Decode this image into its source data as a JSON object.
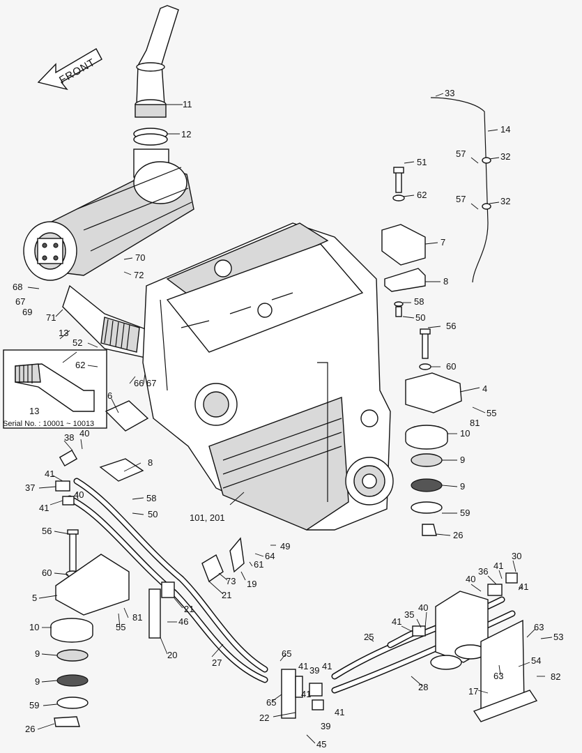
{
  "direction_label": "FRONT",
  "inset_serial": "Serial No. : 10001 ~ 10013",
  "inset_callout": "13",
  "callouts": {
    "c11": "11",
    "c12": "12",
    "c33": "33",
    "c14": "14",
    "c57a": "57",
    "c32a": "32",
    "c57b": "57",
    "c32b": "32",
    "c51": "51",
    "c62a": "62",
    "c7": "7",
    "c8a": "8",
    "c58a": "58",
    "c50a": "50",
    "c56a": "56",
    "c60a": "60",
    "c4": "4",
    "c55a": "55",
    "c81a": "81",
    "c10a": "10",
    "c9a": "9",
    "c9b": "9",
    "c59a": "59",
    "c26a": "26",
    "c70": "70",
    "c72": "72",
    "c68": "68",
    "c67a": "67",
    "c69": "69",
    "c71": "71",
    "c13": "13",
    "c52": "52",
    "c62b": "62",
    "c66": "66",
    "c67b": "67",
    "c6": "6",
    "c38": "38",
    "c40a": "40",
    "c41a": "41",
    "c8b": "8",
    "c37": "37",
    "c41b": "41",
    "c40b": "40",
    "c58b": "58",
    "c50b": "50",
    "c101": "101, 201",
    "c56b": "56",
    "c60b": "60",
    "c5": "5",
    "c81b": "81",
    "c55b": "55",
    "c10b": "10",
    "c9c": "9",
    "c9d": "9",
    "c59b": "59",
    "c26b": "26",
    "c49": "49",
    "c64": "64",
    "c61": "61",
    "c73": "73",
    "c19": "19",
    "c21a": "21",
    "c21b": "21",
    "c46": "46",
    "c20": "20",
    "c27": "27",
    "c65a": "65",
    "c65b": "65",
    "c41c": "41",
    "c39a": "39",
    "c41d": "41",
    "c41e": "41",
    "c41f": "41",
    "c39b": "39",
    "c22": "22",
    "c45": "45",
    "c25": "25",
    "c28": "28",
    "c41g": "41",
    "c35": "35",
    "c40c": "40",
    "c40d": "40",
    "c36": "36",
    "c41h": "41",
    "c30": "30",
    "c41i": "41",
    "c63a": "63",
    "c53": "53",
    "c54": "54",
    "c63b": "63",
    "c82": "82",
    "c17": "17"
  },
  "colors": {
    "line": "#111111",
    "paper": "#f6f6f6",
    "fill": "#ffffff",
    "shade": "#d9d9d9"
  }
}
